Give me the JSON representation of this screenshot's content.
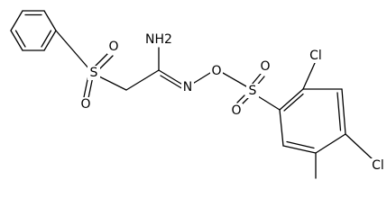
{
  "molecule": {
    "atoms": {
      "S1": "S",
      "O1a": "O",
      "O1b": "O",
      "NH2": "NH2",
      "N": "N",
      "O_link": "O",
      "S2": "S",
      "O2a": "O",
      "O2b": "O",
      "Cl1": "Cl",
      "Cl2": "Cl"
    }
  },
  "colors": {
    "ink": "#000000",
    "background": "#ffffff"
  }
}
